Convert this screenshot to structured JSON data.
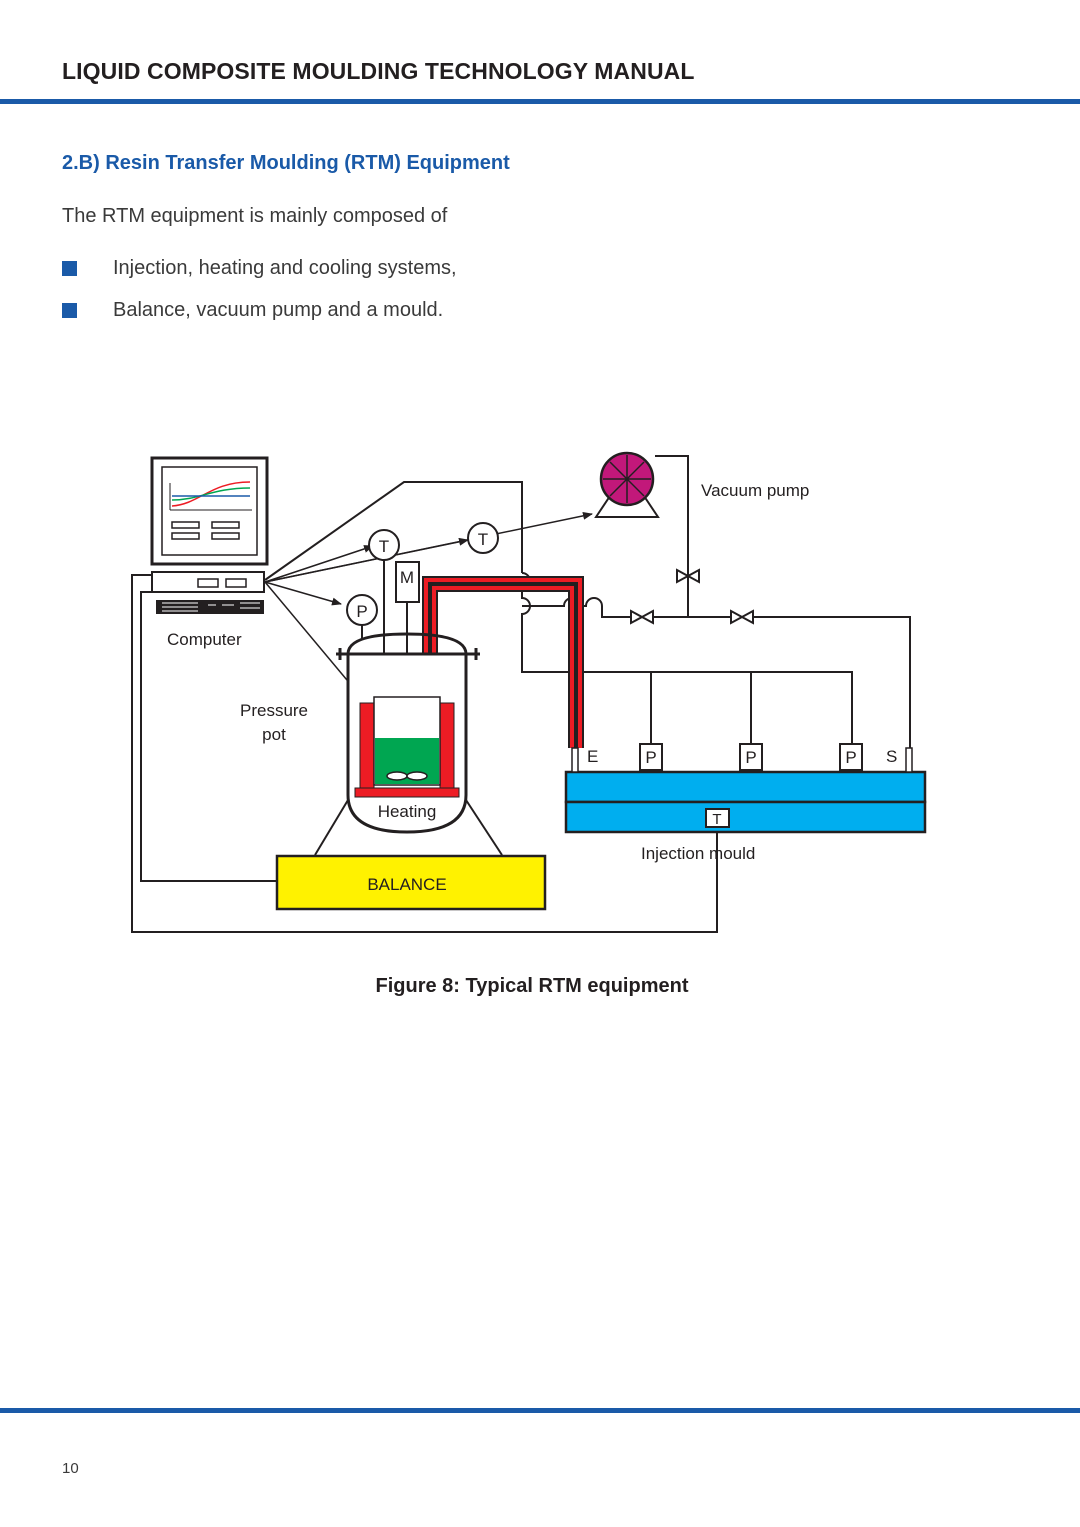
{
  "header": {
    "title": "LIQUID COMPOSITE MOULDING TECHNOLOGY MANUAL"
  },
  "section": {
    "heading": "2.B)  Resin Transfer Moulding (RTM) Equipment",
    "intro": "The RTM equipment is mainly composed of",
    "bullets": [
      "Injection, heating and cooling systems,",
      "Balance, vacuum pump and a mould."
    ]
  },
  "figure": {
    "labels": {
      "vacuum_pump": "Vacuum pump",
      "computer": "Computer",
      "pressure_pot_line1": "Pressure",
      "pressure_pot_line2": "pot",
      "heating": "Heating",
      "balance": "BALANCE",
      "injection_mould": "Injection mould",
      "sensor_t": "T",
      "sensor_p": "P",
      "motor": "M",
      "port_e": "E",
      "port_s": "S"
    },
    "caption": "Figure 8: Typical RTM equipment",
    "colors": {
      "accent": "#1a5aa8",
      "balance": "#fff200",
      "mould": "#00aeef",
      "heater": "#ed1c24",
      "resin": "#00a651",
      "pump": "#c2187a"
    }
  },
  "footer": {
    "page_number": "10"
  }
}
